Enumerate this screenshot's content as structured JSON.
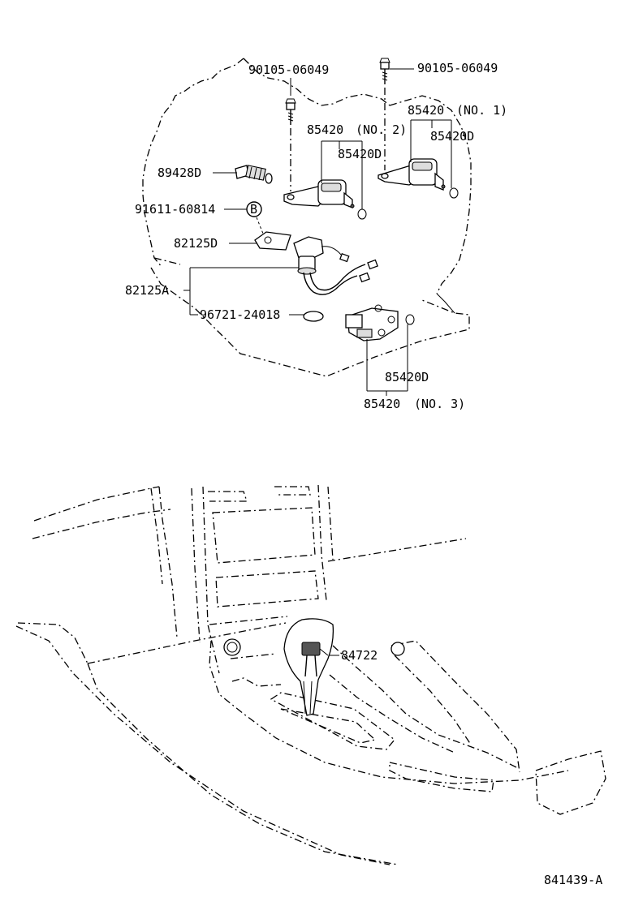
{
  "diagram": {
    "ref_number": "841439-A",
    "callouts": {
      "bolt_top_left": "90105-06049",
      "bolt_top_right": "90105-06049",
      "no1_part": "85420",
      "no1_suffix": "(NO. 1)",
      "no1_sub": "85420D",
      "no2_part": "85420",
      "no2_suffix": "(NO. 2)",
      "no2_sub": "85420D",
      "speed_sensor": "89428D",
      "screw": "91611-60814",
      "screw_marker": "B",
      "plate": "82125D",
      "harness": "82125A",
      "oring": "96721-24018",
      "no3_sub": "85420D",
      "no3_part": "85420",
      "no3_suffix": "(NO. 3)",
      "shift_switch": "84722"
    }
  }
}
